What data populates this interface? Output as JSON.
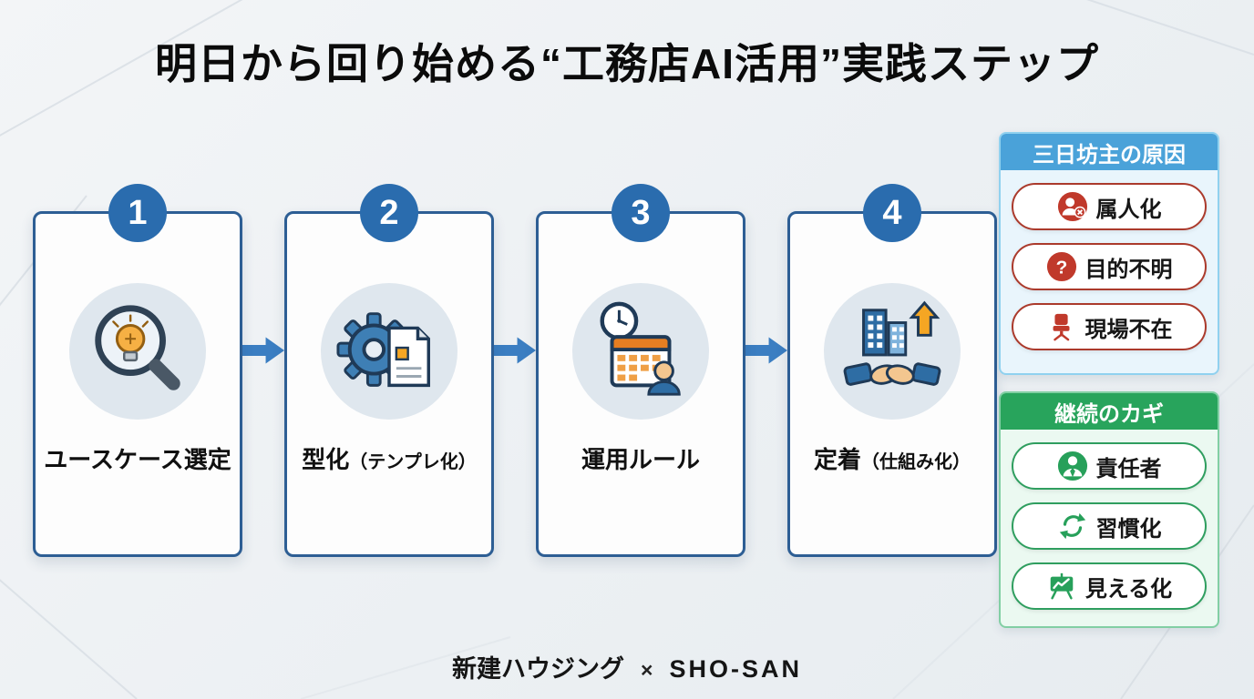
{
  "title": "明日から回り始める“工務店AI活用”実践ステップ",
  "steps": [
    {
      "number": "1",
      "label": "ユースケース選定",
      "sub": "",
      "icon": "magnifier-lightbulb-icon"
    },
    {
      "number": "2",
      "label": "型化",
      "sub": "（テンプレ化）",
      "icon": "gear-document-icon"
    },
    {
      "number": "3",
      "label": "運用ルール",
      "sub": "",
      "icon": "calendar-clock-person-icon"
    },
    {
      "number": "4",
      "label": "定着",
      "sub": "（仕組み化）",
      "icon": "handshake-growth-icon"
    }
  ],
  "causes_panel": {
    "title": "三日坊主の原因",
    "items": [
      {
        "label": "属人化",
        "icon": "person-x-icon"
      },
      {
        "label": "目的不明",
        "icon": "question-icon"
      },
      {
        "label": "現場不在",
        "icon": "empty-chair-icon"
      }
    ]
  },
  "keys_panel": {
    "title": "継続のカギ",
    "items": [
      {
        "label": "責任者",
        "icon": "person-tie-icon"
      },
      {
        "label": "習慣化",
        "icon": "cycle-arrows-icon"
      },
      {
        "label": "見える化",
        "icon": "chart-board-icon"
      }
    ]
  },
  "footer": {
    "brand_left": "新建ハウジング",
    "cross": "×",
    "brand_right": "SHO-SAN"
  },
  "colors": {
    "step_circle_blue": "#2a6cae",
    "card_border_blue": "#2d5e94",
    "arrow_blue": "#3b7ec2",
    "causes_header_blue": "#4aa2d9",
    "cause_red": "#c0392b",
    "keys_header_green": "#28a45c",
    "key_green": "#27a05a",
    "accent_orange": "#f5a623"
  }
}
